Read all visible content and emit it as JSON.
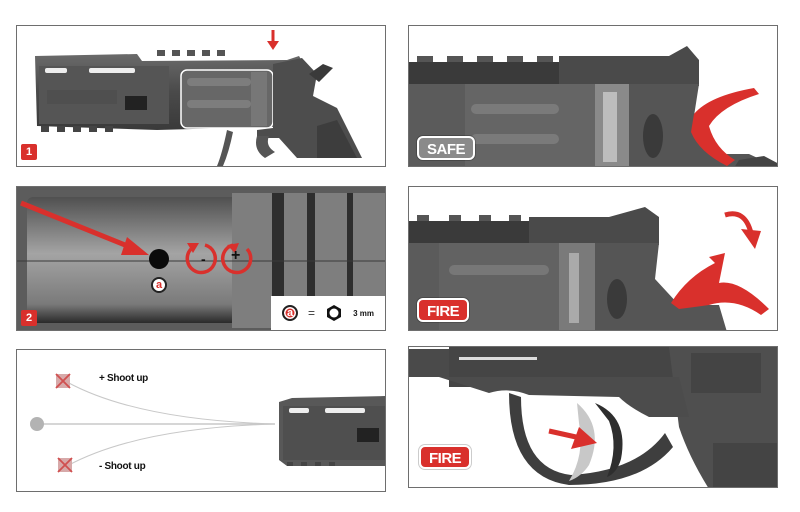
{
  "panels": [
    {
      "id": "p1",
      "step_badge": "1",
      "description": "Revolver side view with red arrow pointing to top strap above cylinder"
    },
    {
      "id": "p2",
      "step_badge": "2",
      "adjust_point_label": "a",
      "rotate_minus": "-",
      "rotate_plus": "+",
      "legend": {
        "marker": "a",
        "equals": "=",
        "tool_icon": "hex-key-icon",
        "size": "3 mm"
      }
    },
    {
      "id": "p3",
      "label_up": "+ Shoot up",
      "label_down": "- Shoot up"
    },
    {
      "id": "p4",
      "mode_badge": "SAFE",
      "description": "Hammer down (safe position), hammer highlighted red"
    },
    {
      "id": "p5",
      "mode_badge": "FIRE",
      "description": "Hammer cocked with red curved arrow indicating pulling back"
    },
    {
      "id": "p6",
      "mode_badge": "FIRE",
      "description": "Trigger pull with red arrow pointing at trigger"
    }
  ],
  "colors": {
    "accent_red": "#d9302c",
    "safe_gray": "#8a8a8a",
    "frame_border": "#6e6e6e",
    "gun_metal": "#4a4a4a"
  }
}
